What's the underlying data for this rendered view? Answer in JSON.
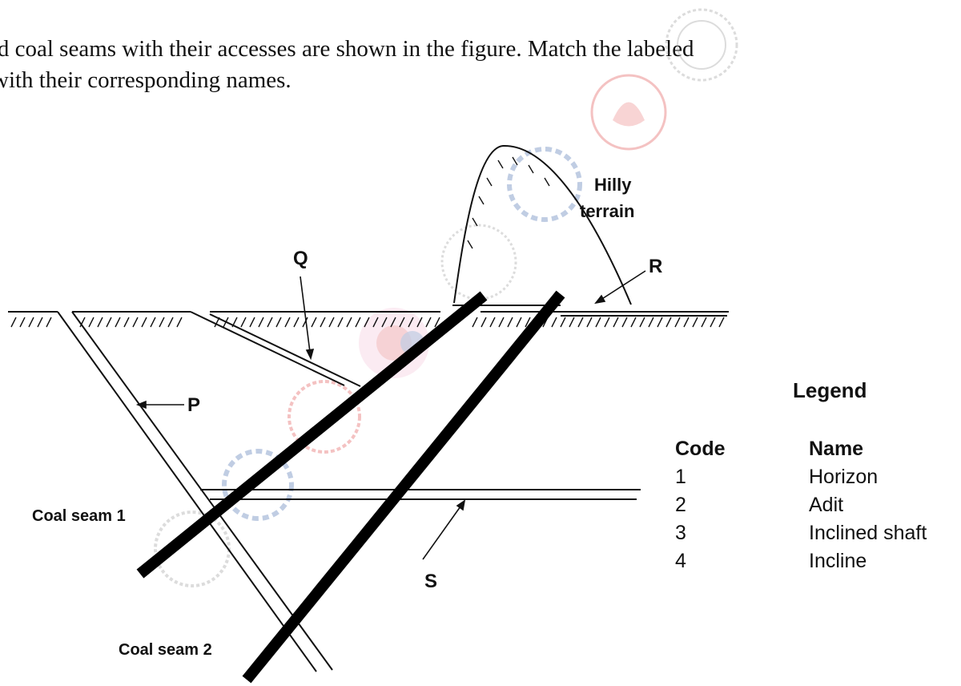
{
  "question": {
    "line1": "ed coal seams with their accesses are shown in the figure. Match the labeled",
    "line2": "with their corresponding names."
  },
  "labels": {
    "P": "P",
    "Q": "Q",
    "R": "R",
    "S": "S",
    "hilly_line1": "Hilly",
    "hilly_line2": "terrain",
    "coal_seam_1": "Coal seam 1",
    "coal_seam_2": "Coal seam 2"
  },
  "legend": {
    "title": "Legend",
    "code_header": "Code",
    "name_header": "Name",
    "rows": [
      {
        "code": "1",
        "name": "Horizon"
      },
      {
        "code": "2",
        "name": "Adit"
      },
      {
        "code": "3",
        "name": "Inclined shaft"
      },
      {
        "code": "4",
        "name": "Incline"
      }
    ]
  },
  "colors": {
    "ink": "#111111",
    "seam": "#000000",
    "watermark_red": "#e05050",
    "watermark_blue": "#4a6fb0",
    "watermark_gray": "#9a9a9a"
  }
}
